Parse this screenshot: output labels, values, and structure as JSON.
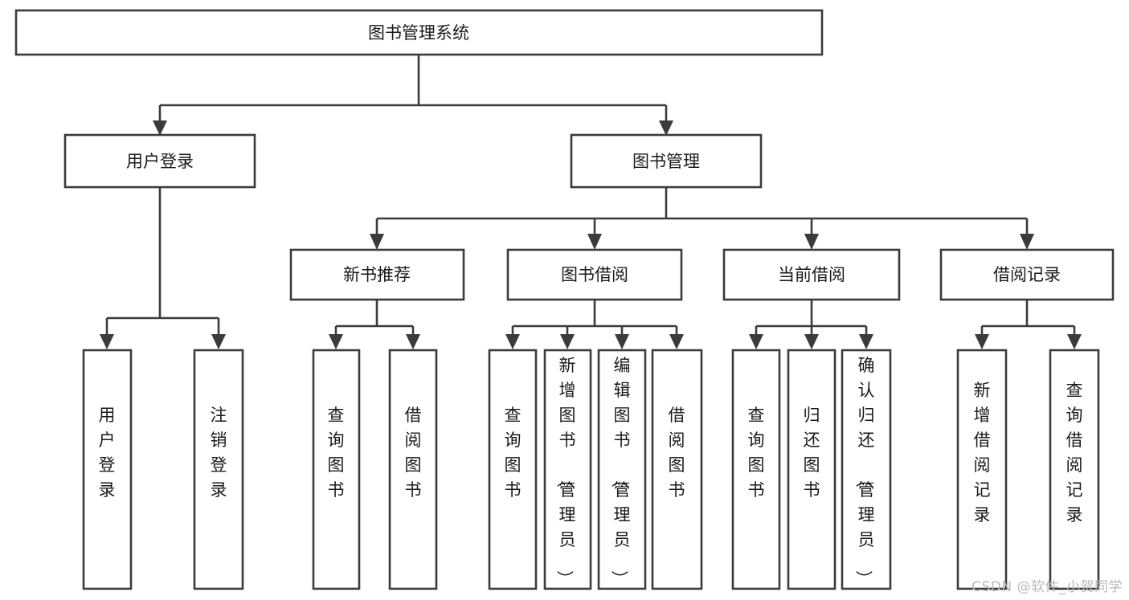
{
  "diagram": {
    "type": "tree-hierarchy-chart",
    "title": "图书管理系统",
    "background_color": "#ffffff",
    "line_color": "#3b3b3b",
    "text_color": "#1a1a1a",
    "root": {
      "label": "图书管理系统"
    },
    "level2": [
      {
        "label": "用户登录"
      },
      {
        "label": "图书管理"
      }
    ],
    "level3": [
      {
        "label": "新书推荐"
      },
      {
        "label": "图书借阅"
      },
      {
        "label": "当前借阅"
      },
      {
        "label": "借阅记录"
      }
    ],
    "leaves": {
      "user_login": [
        {
          "label": "用户登录"
        },
        {
          "label": "注销登录"
        }
      ],
      "new_book_recommend": [
        {
          "label": "查询图书"
        },
        {
          "label": "借阅图书"
        }
      ],
      "book_borrow": [
        {
          "label": "查询图书"
        },
        {
          "label": "新增图书（管理员）"
        },
        {
          "label": "编辑图书（管理员）"
        },
        {
          "label": "借阅图书"
        }
      ],
      "current_borrow": [
        {
          "label": "查询图书"
        },
        {
          "label": "归还图书"
        },
        {
          "label": "确认归还（管理员）"
        }
      ],
      "borrow_record": [
        {
          "label": "新增借阅记录"
        },
        {
          "label": "查询借阅记录"
        }
      ]
    }
  },
  "watermark": {
    "text": "CSDN @软件_小贺同学"
  }
}
